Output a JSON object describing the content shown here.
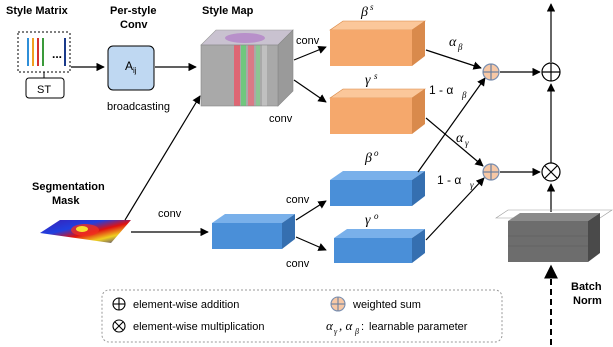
{
  "labels": {
    "style_matrix": "Style Matrix",
    "st": "ST",
    "per_style_conv_line1": "Per-style",
    "per_style_conv_line2": "Conv",
    "a_ij": "A",
    "a_ij_sub": "ij",
    "broadcasting": "broadcasting",
    "style_map": "Style Map",
    "conv_top": "conv",
    "conv_mid": "conv",
    "conv_left": "conv",
    "conv_lower_up": "conv",
    "conv_lower_down": "conv",
    "beta_s": "β",
    "beta_s_sup": "s",
    "gamma_s": "γ",
    "gamma_s_sup": "s",
    "beta_o": "β",
    "beta_o_sup": "o",
    "gamma_o": "γ",
    "gamma_o_sup": "o",
    "alpha_beta": "α",
    "alpha_beta_sub": "β",
    "one_minus_alpha_beta": "1 - α",
    "one_minus_alpha_beta_sub": "β",
    "alpha_gamma": "α",
    "alpha_gamma_sub": "γ",
    "one_minus_alpha_gamma": "1 - α",
    "one_minus_alpha_gamma_sub": "γ",
    "segmentation_line1": "Segmentation",
    "segmentation_line2": "Mask",
    "batch_line1": "Batch",
    "batch_line2": "Norm"
  },
  "legend": {
    "addition": "element-wise addition",
    "multiplication": "element-wise multiplication",
    "weighted_sum": "weighted sum",
    "learnable": "learnable parameter",
    "learnable_symbols": "α",
    "learnable_sub1": "γ",
    "learnable_mid": ", α",
    "learnable_sub2": "β",
    "learnable_colon": ":"
  },
  "colors": {
    "orange": "#f5a86c",
    "orange_top": "#fbc79a",
    "blue": "#4a8fd8",
    "blue_top": "#79b0ea",
    "conv_box": "#bfd8f2",
    "gray": "#6d6d6d",
    "weighted_sum_fill": "#f7c8a6"
  }
}
